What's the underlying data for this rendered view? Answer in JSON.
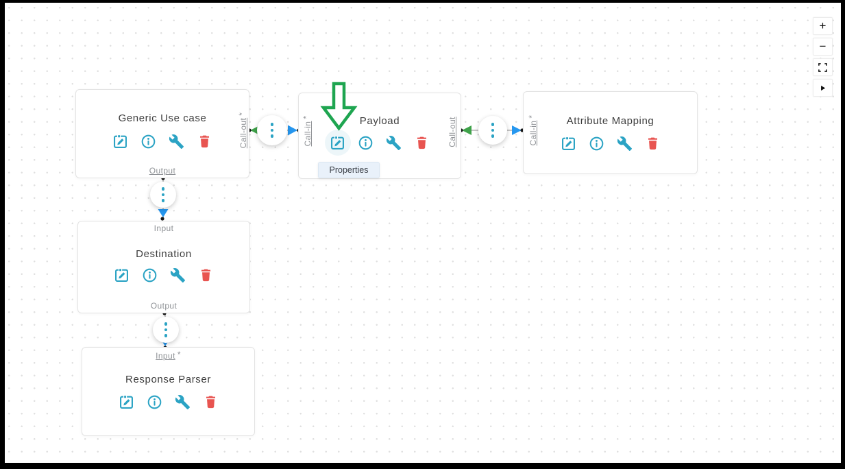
{
  "canvas": {
    "background": "#ffffff",
    "frame_color": "#000000",
    "grid_dot_color": "#e0e0e0"
  },
  "colors": {
    "accent_teal": "#2ba3c4",
    "danger_red": "#e85450",
    "arrow_green": "#3fa24a",
    "arrow_blue": "#2697ef",
    "annotation_green": "#1ea550",
    "connector_line": "#a3a3a3",
    "port_label": "#8f9296",
    "title_text": "#3d3d3d",
    "tooltip_bg": "#e9f1fa"
  },
  "icons": {
    "edit": "clipboard-pencil-icon",
    "info": "info-circle-icon",
    "configure": "wrench-icon",
    "delete": "trash-icon",
    "menu": "vertical-dots-menu-icon"
  },
  "nodes": [
    {
      "title": "Generic Use case",
      "ports": {
        "right": {
          "text": "Call-out",
          "req": "*"
        },
        "bottom": {
          "text": "Output",
          "req": ""
        }
      }
    },
    {
      "title": "Payload",
      "ports": {
        "left": {
          "text": "Call-in",
          "req": "*"
        },
        "right": {
          "text": "Call-out",
          "req": ""
        }
      }
    },
    {
      "title": "Attribute Mapping",
      "ports": {
        "left": {
          "text": "Call-in",
          "req": "*"
        }
      }
    },
    {
      "title": "Destination",
      "ports": {
        "top": {
          "text": "Input",
          "req": ""
        },
        "bottom": {
          "text": "Output",
          "req": ""
        }
      }
    },
    {
      "title": "Response Parser",
      "ports": {
        "top": {
          "text": "Input",
          "req": "*"
        }
      }
    }
  ],
  "tooltip": {
    "text": "Properties"
  },
  "zoom_controls": {
    "zoom_in": "+",
    "zoom_out": "−"
  }
}
